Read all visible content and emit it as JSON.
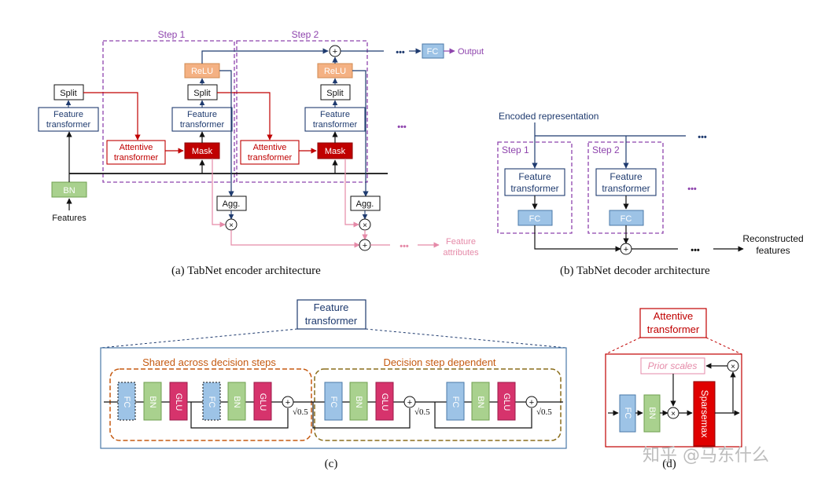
{
  "colors": {
    "navy": "#1f3b6f",
    "red": "#c00000",
    "purple": "#8e44ad",
    "pink": "#e58aa8",
    "salmon": "#f4b183",
    "fc_blue": "#9dc3e6",
    "bn_green": "#a9d18e",
    "glu_pink": "#d6336c",
    "orange": "#c55a11"
  },
  "encoder": {
    "step1": "Step 1",
    "step2": "Step 2",
    "split": "Split",
    "relu": "ReLU",
    "feature_transformer": [
      "Feature",
      "transformer"
    ],
    "attentive_transformer": [
      "Attentive",
      "transformer"
    ],
    "mask": "Mask",
    "bn": "BN",
    "features": "Features",
    "agg": "Agg.",
    "fc": "FC",
    "output": "Output",
    "dots": "•••",
    "feature_attributes": [
      "Feature",
      "attributes"
    ],
    "plus": "+",
    "times": "×",
    "caption": "(a)  TabNet encoder architecture"
  },
  "decoder": {
    "encoded_representation": "Encoded representation",
    "step1": "Step 1",
    "step2": "Step 2",
    "feature_transformer": [
      "Feature",
      "transformer"
    ],
    "fc": "FC",
    "reconstructed": [
      "Reconstructed",
      "features"
    ],
    "caption": "(b)  TabNet decoder architecture"
  },
  "feature_transformer_detail": {
    "title": [
      "Feature",
      "transformer"
    ],
    "shared": "Shared across decision steps",
    "dependent": "Decision step dependent",
    "blocks": [
      "FC",
      "BN",
      "GLU",
      "FC",
      "BN",
      "GLU",
      "FC",
      "BN",
      "GLU",
      "FC",
      "BN",
      "GLU"
    ],
    "sqrt": "√0.5",
    "caption": "(c)"
  },
  "attentive_transformer_detail": {
    "title": [
      "Attentive",
      "transformer"
    ],
    "prior_scales": "Prior scales",
    "fc": "FC",
    "bn": "BN",
    "sparsemax": "Sparsemax",
    "caption": "(d)"
  },
  "watermark": "知乎 @马东什么"
}
